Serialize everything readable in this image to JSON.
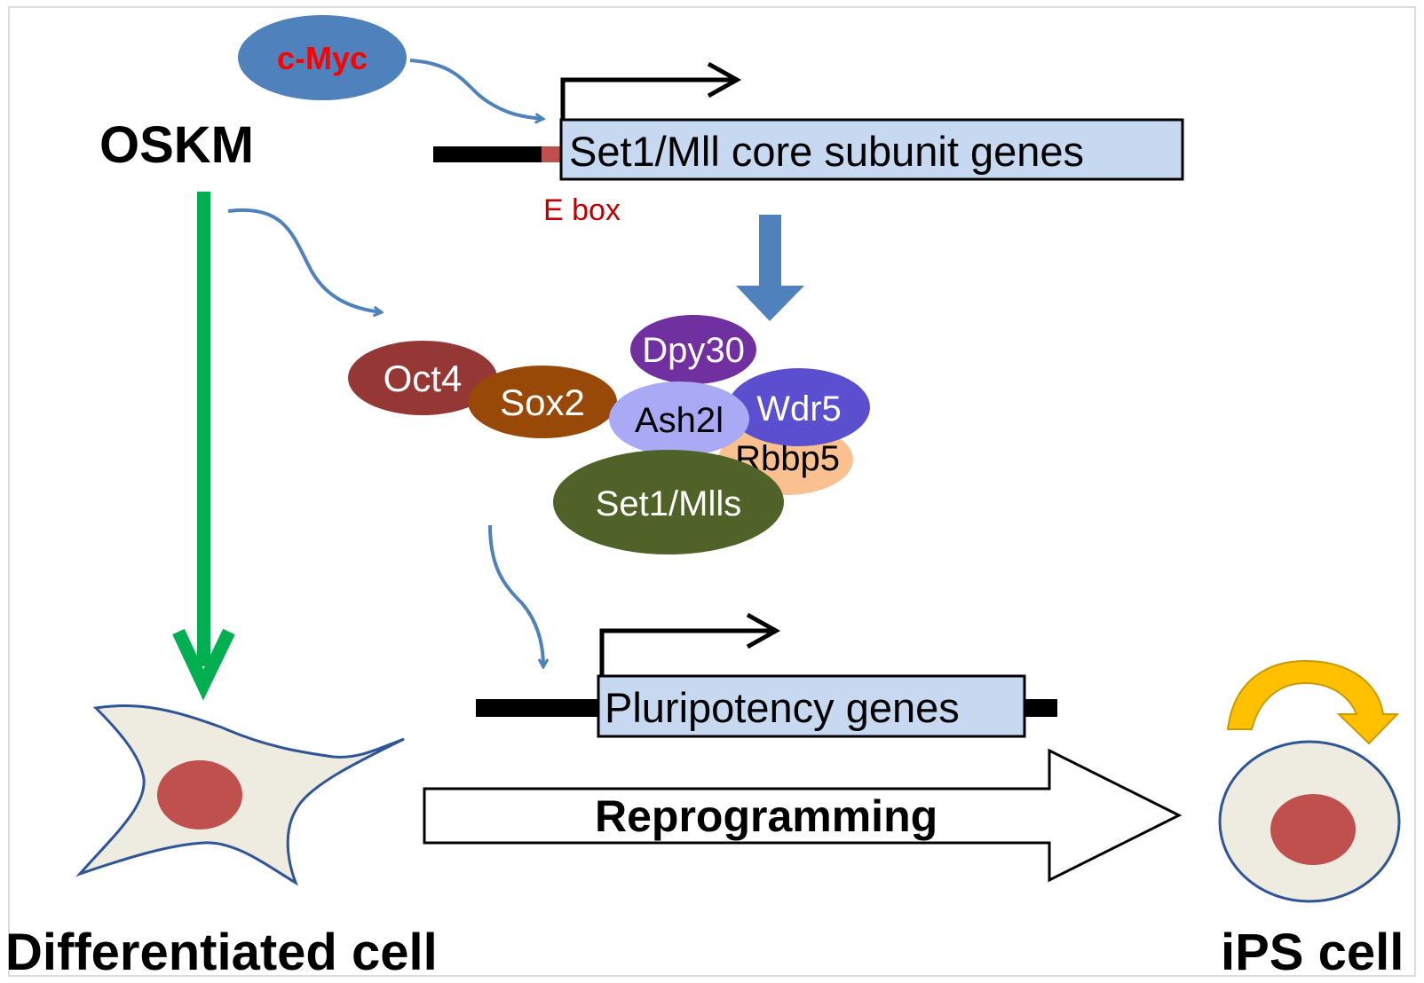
{
  "labels": {
    "c_myc": "c-Myc",
    "oskm": "OSKM",
    "set1_gene": "Set1/Mll core subunit genes",
    "e_box": "E box",
    "pluripotency_gene": "Pluripotency genes",
    "reprogramming": "Reprogramming",
    "differentiated_cell": "Differentiated cell",
    "ips_cell": "iPS cell"
  },
  "proteins": {
    "oct4": "Oct4",
    "sox2": "Sox2",
    "dpy30": "Dpy30",
    "ash2l": "Ash2l",
    "wdr5": "Wdr5",
    "rbbp5": "Rbbp5",
    "set1_mlls": "Set1/Mlls"
  },
  "colors": {
    "c_myc_fill": "#4f81bd",
    "c_myc_text": "#ff0000",
    "gene_box_fill": "#c6d9f1",
    "e_box": "#c0504d",
    "blue_arrow": "#4f81bd",
    "green_arrow": "#00b050",
    "oct4": "#953735",
    "sox2": "#984807",
    "dpy30": "#7030a0",
    "ash2l": "#a9a9f5",
    "wdr5": "#5a4fcf",
    "rbbp5": "#fac090",
    "set1_mlls": "#4f6228",
    "cell_fill": "#eeece1",
    "cell_border": "#2f5597",
    "nucleus": "#c0504d",
    "self_renewal_arrow": "#ffc000"
  }
}
